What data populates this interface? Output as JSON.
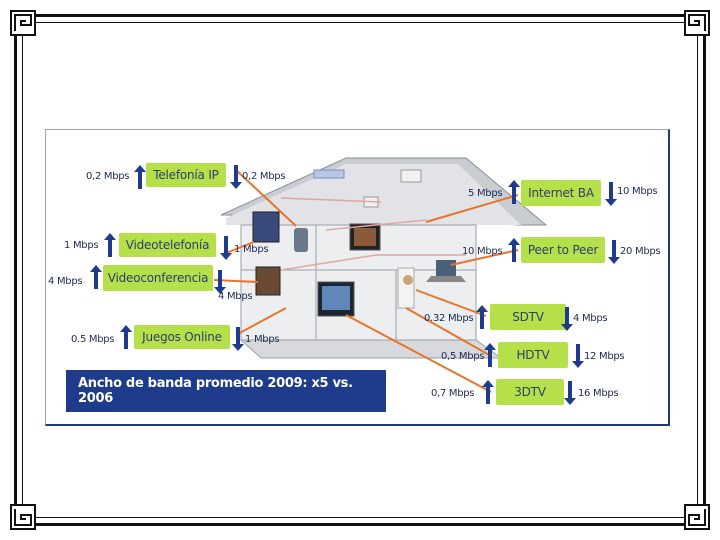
{
  "slide": {
    "banner": "Ancho de banda promedio 2009: x5 vs. 2006"
  },
  "services": {
    "telefonia": {
      "label": "Telefonía IP",
      "up": "0,2 Mbps",
      "down": "0,2 Mbps"
    },
    "videotelefonia": {
      "label": "Videotelefonía",
      "up": "1 Mbps",
      "down": "1 Mbps"
    },
    "videoconferencia": {
      "label": "Videoconferencia",
      "up": "4 Mbps",
      "down": "4 Mbps"
    },
    "juegos": {
      "label": "Juegos Online",
      "up": "0.5 Mbps",
      "down": "1 Mbps"
    },
    "internet": {
      "label": "Internet BA",
      "up": "5 Mbps",
      "down": "10 Mbps"
    },
    "p2p": {
      "label": "Peer to Peer",
      "up": "10 Mbps",
      "down": "20 Mbps"
    },
    "sdtv": {
      "label": "SDTV",
      "up": "0.32 Mbps",
      "down": "4 Mbps"
    },
    "hdtv": {
      "label": "HDTV",
      "up": "0,5 Mbps",
      "down": "12 Mbps"
    },
    "tdtv": {
      "label": "3DTV",
      "up": "0,7 Mbps",
      "down": "16 Mbps"
    }
  },
  "colors": {
    "box": "#b6e04a",
    "up_arrow": "#1f3c8c",
    "down_arrow": "#1f3c8c",
    "banner": "#1f3c8c",
    "connector": "#e8742a"
  },
  "icons": {
    "corner": "greek-key-corner-icon",
    "up": "arrow-up-icon",
    "down": "arrow-down-icon"
  }
}
